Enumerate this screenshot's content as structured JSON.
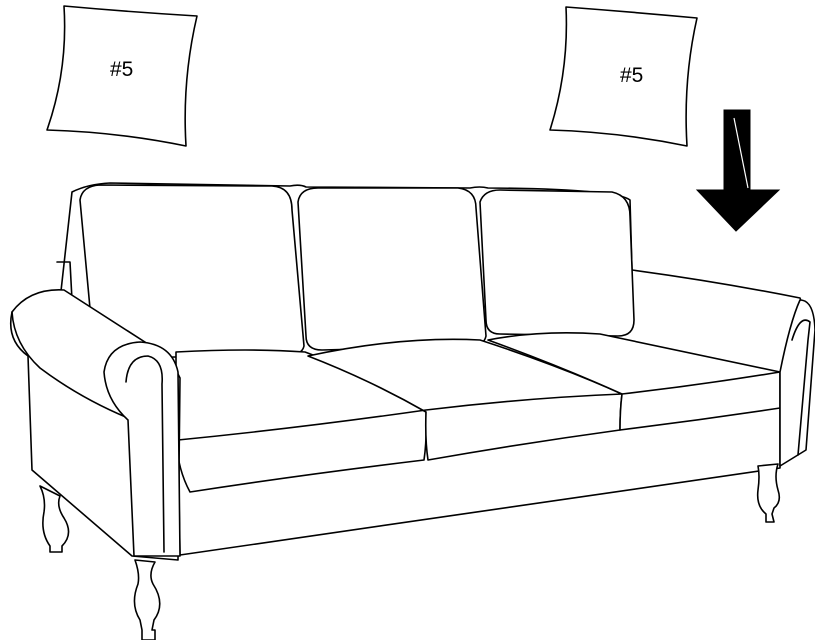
{
  "pillows": {
    "left": {
      "label": "#5"
    },
    "right": {
      "label": "#5"
    }
  },
  "arrow": {
    "direction": "down",
    "color": "#000000"
  },
  "colors": {
    "line": "#000000",
    "background": "#ffffff"
  }
}
